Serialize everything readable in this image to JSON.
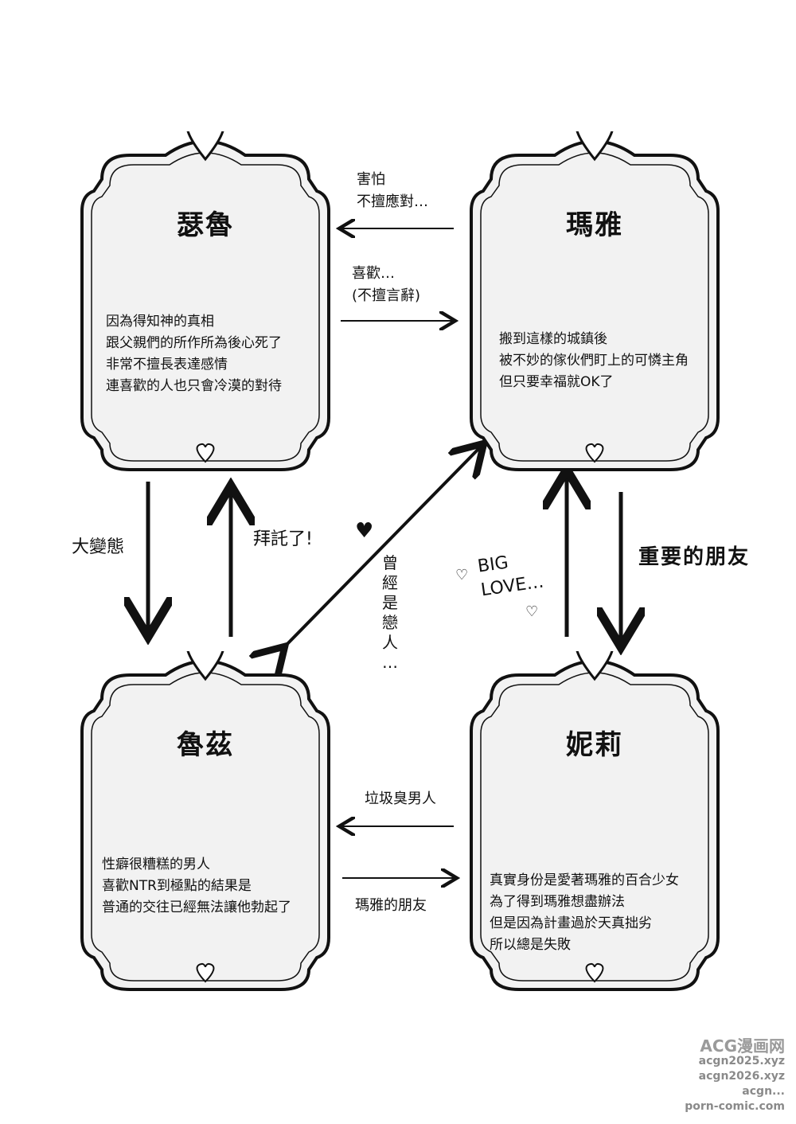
{
  "characters": {
    "sero": {
      "name": "瑟魯",
      "desc": [
        "因為得知神的真相",
        "跟父親們的所作所為後心死了",
        "非常不擅長表達感情",
        "連喜歡的人也只會冷漠的對待"
      ]
    },
    "maya": {
      "name": "瑪雅",
      "desc": [
        "搬到這樣的城鎮後",
        "被不妙的傢伙們盯上的可憐主角",
        "但只要幸福就OK了"
      ]
    },
    "ruz": {
      "name": "魯茲",
      "desc": [
        "性癖很糟糕的男人",
        "喜歡NTR到極點的結果是",
        "普通的交往已經無法讓他勃起了"
      ]
    },
    "nili": {
      "name": "妮莉",
      "desc": [
        "真實身份是愛著瑪雅的百合少女",
        "為了得到瑪雅想盡辦法",
        "但是因為計畫過於天真拙劣",
        "所以總是失敗"
      ]
    }
  },
  "relations": {
    "maya_to_sero": [
      "害怕",
      "不擅應對…"
    ],
    "sero_to_maya": [
      "喜歡…",
      "(不擅言辭)"
    ],
    "sero_to_ruz": "大變態",
    "ruz_to_sero": "拜託了!",
    "ex_lovers": [
      "曾",
      "經",
      "是",
      "戀",
      "人",
      "…"
    ],
    "nili_to_maya": [
      "BIG",
      "LOVE…"
    ],
    "maya_to_nili": "重要的朋友",
    "nili_to_ruz": "垃圾臭男人",
    "ruz_to_nili": "瑪雅的朋友"
  },
  "watermark": [
    "ACG漫画网",
    "acgn2025.xyz",
    "acgn2026.xyz",
    "acgn...",
    "porn-comic.com"
  ],
  "colors": {
    "ink": "#111111",
    "frame_fill": "#f2f2f2"
  }
}
